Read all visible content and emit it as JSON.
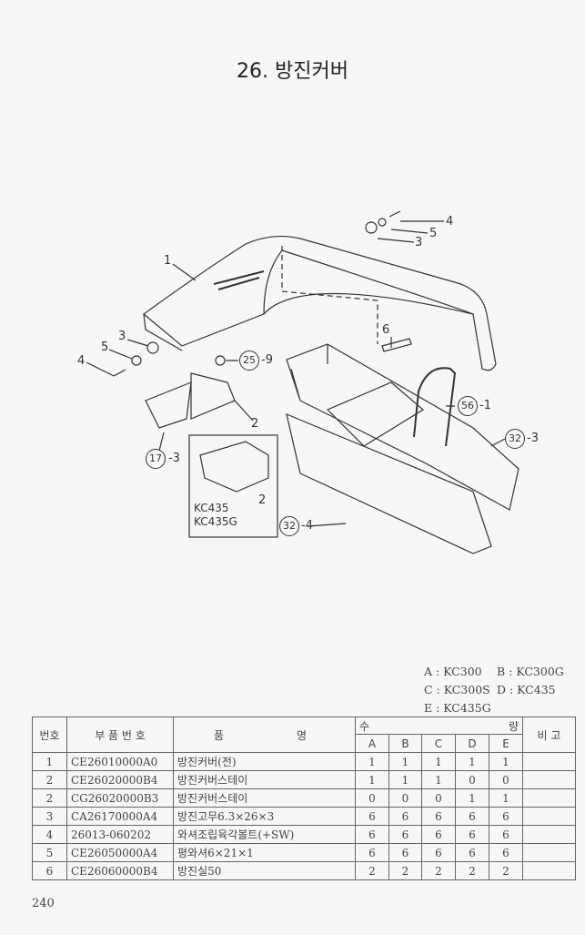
{
  "title": "26. 방진커버",
  "callouts": {
    "c1": "1",
    "c4a": "4",
    "c5a": "5",
    "c3a": "3",
    "c3b": "3",
    "c5b": "5",
    "c4b": "4",
    "c25": "25",
    "c25s": "-9",
    "c2a": "2",
    "c17": "17",
    "c17s": "-3",
    "c6": "6",
    "c56": "56",
    "c56s": "-1",
    "c32a": "32",
    "c32as": "-3",
    "c32b": "32",
    "c32bs": "-4",
    "c2b": "2",
    "inset1": "KC435",
    "inset2": "KC435G"
  },
  "legend": [
    "A : KC300",
    "B : KC300G",
    "C : KC300S",
    "D : KC435",
    "E : KC435G"
  ],
  "table": {
    "headers": {
      "no": "번호",
      "part": "부 품 번 호",
      "name1": "품",
      "name2": "명",
      "qty1": "수",
      "qty2": "량",
      "note": "비 고",
      "cols": [
        "A",
        "B",
        "C",
        "D",
        "E"
      ]
    },
    "rows": [
      {
        "no": "1",
        "part": "CE26010000A0",
        "name": "방진커버(전)",
        "q": [
          "1",
          "1",
          "1",
          "1",
          "1"
        ]
      },
      {
        "no": "2",
        "part": "CE26020000B4",
        "name": "방진커버스테이",
        "q": [
          "1",
          "1",
          "1",
          "0",
          "0"
        ]
      },
      {
        "no": "2",
        "part": "CG26020000B3",
        "name": "방진커버스테이",
        "q": [
          "0",
          "0",
          "0",
          "1",
          "1"
        ]
      },
      {
        "no": "3",
        "part": "CA26170000A4",
        "name": "방진고무6.3×26×3",
        "q": [
          "6",
          "6",
          "6",
          "6",
          "6"
        ]
      },
      {
        "no": "4",
        "part": "26013-060202",
        "name": "와셔조립육각볼트(+SW)",
        "q": [
          "6",
          "6",
          "6",
          "6",
          "6"
        ]
      },
      {
        "no": "5",
        "part": "CE26050000A4",
        "name": "평와셔6×21×1",
        "q": [
          "6",
          "6",
          "6",
          "6",
          "6"
        ]
      },
      {
        "no": "6",
        "part": "CE26060000B4",
        "name": "방진실50",
        "q": [
          "2",
          "2",
          "2",
          "2",
          "2"
        ]
      }
    ]
  },
  "page_number": "240"
}
